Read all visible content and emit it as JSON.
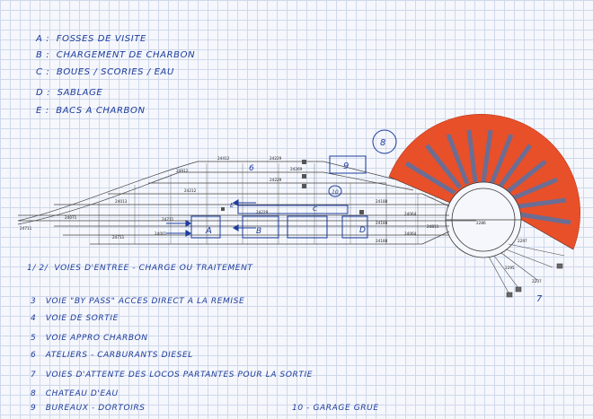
{
  "legend": [
    {
      "key": "A :",
      "text": "FOSSES DE VISITE"
    },
    {
      "key": "B :",
      "text": "CHARGEMENT DE CHARBON"
    },
    {
      "key": "C :",
      "text": "BOUES / SCORIES / EAU"
    },
    {
      "key": "D :",
      "text": "SABLAGE"
    },
    {
      "key": "E :",
      "text": "BACS A CHARBON"
    }
  ],
  "notes": [
    {
      "key": "1/ 2/",
      "text": "VOIES D'ENTREE - CHARGE OU TRAITEMENT"
    },
    {
      "key": "3",
      "text": "VOIE \"BY PASS\" ACCES DIRECT A LA REMISE"
    },
    {
      "key": "4",
      "text": "VOIE DE SORTIE"
    },
    {
      "key": "5",
      "text": "VOIE APPRO CHARBON"
    },
    {
      "key": "6",
      "text": "ATELIERS - CARBURANTS DIESEL"
    },
    {
      "key": "7",
      "text": "VOIES D'ATTENTE DES LOCOS PARTANTES POUR LA SORTIE"
    },
    {
      "key": "8",
      "text": "CHATEAU D'EAU"
    },
    {
      "key": "9",
      "text": "BUREAUX - DORTOIRS"
    },
    {
      "key": "10",
      "text": "GARAGE GRUE"
    }
  ],
  "diagram_labels": {
    "n6": "6",
    "n8": "8",
    "n9": "9",
    "n10": "10",
    "n7": "7",
    "A": "A",
    "B": "B",
    "C": "C",
    "D": "D",
    "E": "E"
  },
  "track_numbers": {
    "t24711": "24711",
    "t24071": "24071",
    "t24912": "24912",
    "t24412": "24412",
    "t24229a": "24229",
    "t24229b": "24229",
    "t24229c": "24229",
    "t24212": "24212",
    "t24013": "24013",
    "t24188a": "24188",
    "t24188b": "24188",
    "t24188c": "24188",
    "t24064a": "24064",
    "t24064b": "24064",
    "t24711b": "24711",
    "t24711c": "24711",
    "t24001": "24001",
    "t24811": "24811",
    "t24269": "24269",
    "t2286": "2286",
    "t2295": "2295",
    "t2207": "2207",
    "t2297": "2297"
  },
  "colors": {
    "ink": "#1d3c9c",
    "roundhouse": "#e8502a",
    "stall": "#6c6d93",
    "grid": "#cfd8ea"
  }
}
